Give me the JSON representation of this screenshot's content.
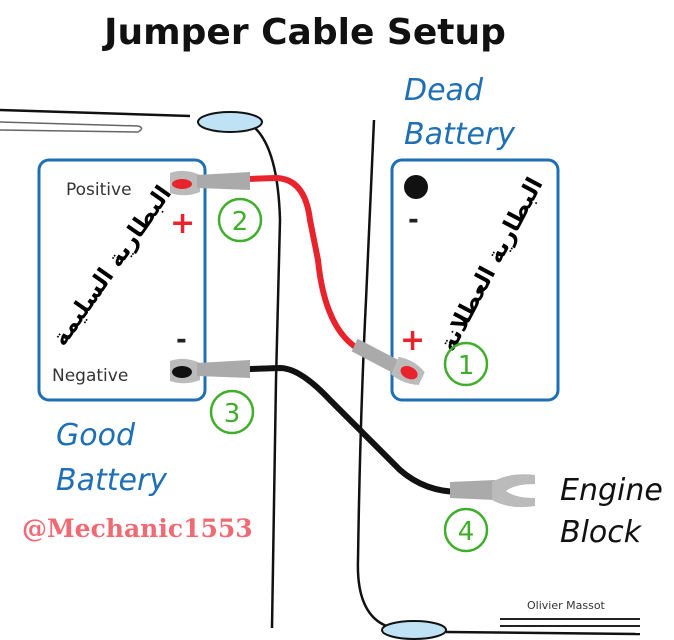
{
  "title": "Jumper Cable Setup",
  "good_battery": {
    "label_line1": "Good",
    "label_line2": "Battery",
    "positive_label": "Positive",
    "negative_label": "Negative",
    "plus_sign": "+",
    "minus_sign": "-",
    "arabic_label": "البطارية السليمة"
  },
  "dead_battery": {
    "label_line1": "Dead",
    "label_line2": "Battery",
    "plus_sign": "+",
    "minus_sign": "-",
    "arabic_label": "البطارية العطلانة"
  },
  "engine_block": {
    "label_line1": "Engine",
    "label_line2": "Block"
  },
  "steps": [
    "1",
    "2",
    "3",
    "4"
  ],
  "watermark": "@Mechanic1553",
  "credit": "Olivier Massot",
  "colors": {
    "battery_outline": "#1f6fb5",
    "positive_cable": "#e8232b",
    "negative_cable": "#111111",
    "step_circle": "#3fae2a",
    "headlight": "#bfe3f5"
  }
}
